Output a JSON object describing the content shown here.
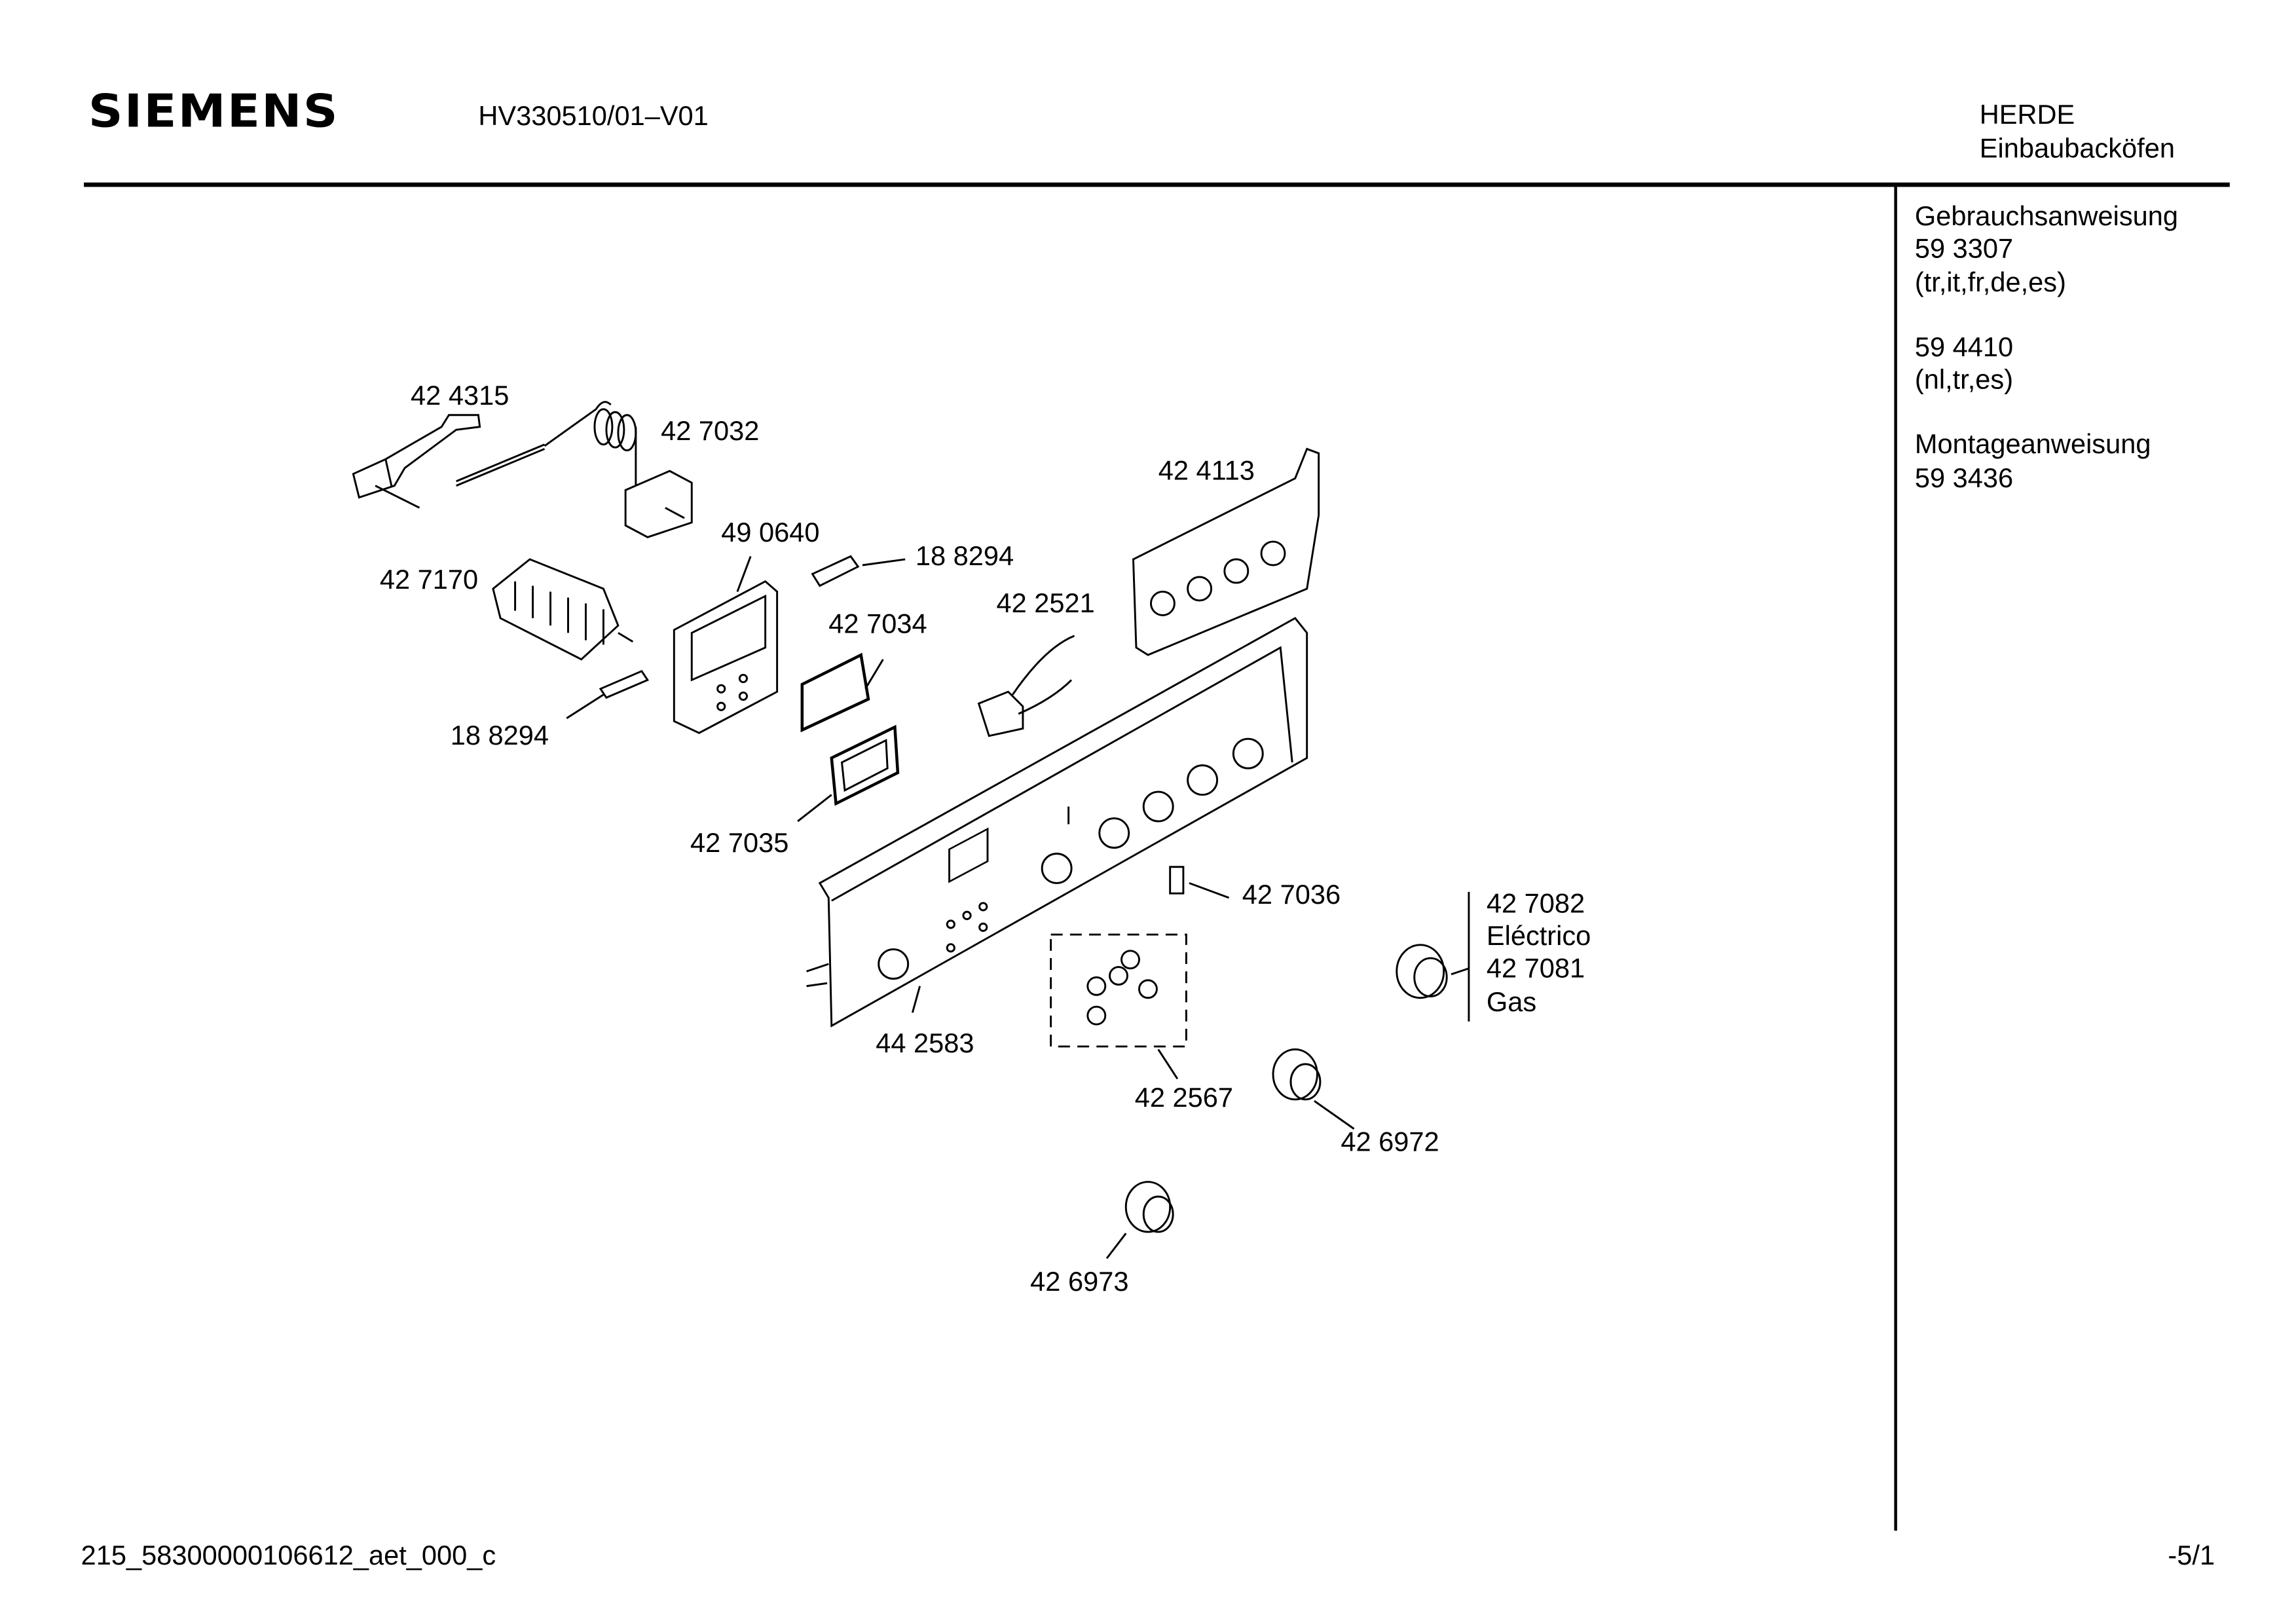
{
  "header": {
    "brand": "SIEMENS",
    "model": "HV330510/01–V01",
    "category": "HERDE",
    "subcategory": "Einbaubacköfen"
  },
  "sidebar": {
    "doc1_title": "Gebrauchsanweisung",
    "doc1_number": "59 3307",
    "doc1_langs": "(tr,it,fr,de,es)",
    "doc2_number": "59 4410",
    "doc2_langs": "(nl,tr,es)",
    "doc3_title": "Montageanweisung",
    "doc3_number": "59 3436"
  },
  "parts": [
    {
      "label": "42 4315"
    },
    {
      "label": "42 7032"
    },
    {
      "label": "42 4113"
    },
    {
      "label": "49 0640"
    },
    {
      "label": "18 8294"
    },
    {
      "label": "42 7170"
    },
    {
      "label": "42 2521"
    },
    {
      "label": "42 7034"
    },
    {
      "label": "18 8294"
    },
    {
      "label": "42 7035"
    },
    {
      "label": "42 7036"
    },
    {
      "label": "44 2583"
    },
    {
      "label": "42 2567"
    },
    {
      "label": "42 6972"
    },
    {
      "label": "42 6973"
    }
  ],
  "knob_variants": {
    "electric_number": "42 7082",
    "electric_label": "Eléctrico",
    "gas_number": "42 7081",
    "gas_label": "Gas"
  },
  "footer": {
    "doc_id": "215_58300000106612_aet_000_c",
    "page": "-5/1"
  }
}
